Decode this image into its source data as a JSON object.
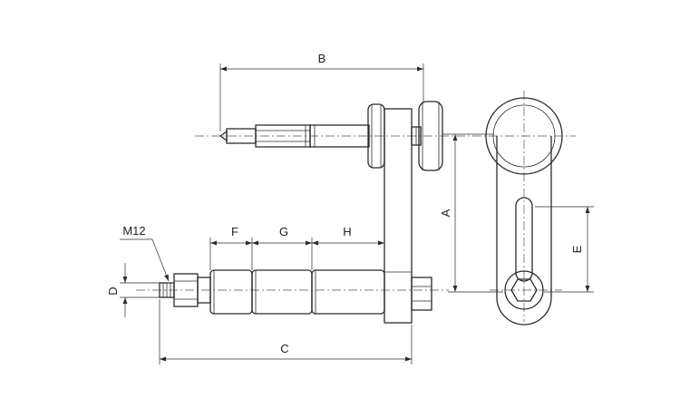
{
  "drawing": {
    "labels": {
      "a": "A",
      "b": "B",
      "c": "C",
      "d": "D",
      "e": "E",
      "f": "F",
      "g": "G",
      "h": "H",
      "thread": "M12"
    },
    "line_color": "#2b2b2b",
    "background": "#ffffff"
  }
}
